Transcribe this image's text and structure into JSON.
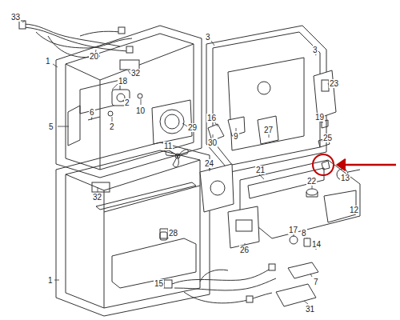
{
  "diagram": {
    "labels": [
      "33",
      "20",
      "1",
      "32",
      "18",
      "2",
      "10",
      "5",
      "6",
      "2",
      "29",
      "3",
      "3",
      "16",
      "9",
      "30",
      "27",
      "23",
      "19",
      "25",
      "11",
      "24",
      "21",
      "13",
      "22",
      "32",
      "28",
      "12",
      "26",
      "17",
      "8",
      "14",
      "1",
      "15",
      "7",
      "31"
    ]
  }
}
